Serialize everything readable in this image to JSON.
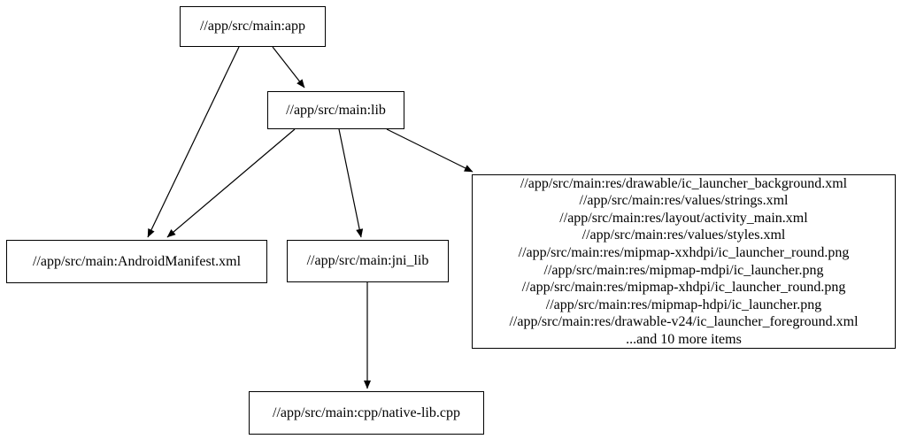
{
  "diagram": {
    "type": "dependency-graph",
    "background_color": "#ffffff",
    "node_border_color": "#000000",
    "text_color": "#000000",
    "nodes": [
      {
        "id": "app",
        "label": "//app/src/main:app"
      },
      {
        "id": "lib",
        "label": "//app/src/main:lib"
      },
      {
        "id": "manifest",
        "label": "//app/src/main:AndroidManifest.xml"
      },
      {
        "id": "jni_lib",
        "label": "//app/src/main:jni_lib"
      },
      {
        "id": "res_group",
        "lines": [
          "//app/src/main:res/drawable/ic_launcher_background.xml",
          "//app/src/main:res/values/strings.xml",
          "//app/src/main:res/layout/activity_main.xml",
          "//app/src/main:res/values/styles.xml",
          "//app/src/main:res/mipmap-xxhdpi/ic_launcher_round.png",
          "//app/src/main:res/mipmap-mdpi/ic_launcher.png",
          "//app/src/main:res/mipmap-xhdpi/ic_launcher_round.png",
          "//app/src/main:res/mipmap-hdpi/ic_launcher.png",
          "//app/src/main:res/drawable-v24/ic_launcher_foreground.xml",
          "...and 10 more items"
        ]
      },
      {
        "id": "cpp",
        "label": "//app/src/main:cpp/native-lib.cpp"
      }
    ],
    "edges": [
      {
        "from": "app",
        "to": "lib"
      },
      {
        "from": "app",
        "to": "manifest"
      },
      {
        "from": "lib",
        "to": "manifest"
      },
      {
        "from": "lib",
        "to": "jni_lib"
      },
      {
        "from": "lib",
        "to": "res_group"
      },
      {
        "from": "jni_lib",
        "to": "cpp"
      }
    ]
  }
}
